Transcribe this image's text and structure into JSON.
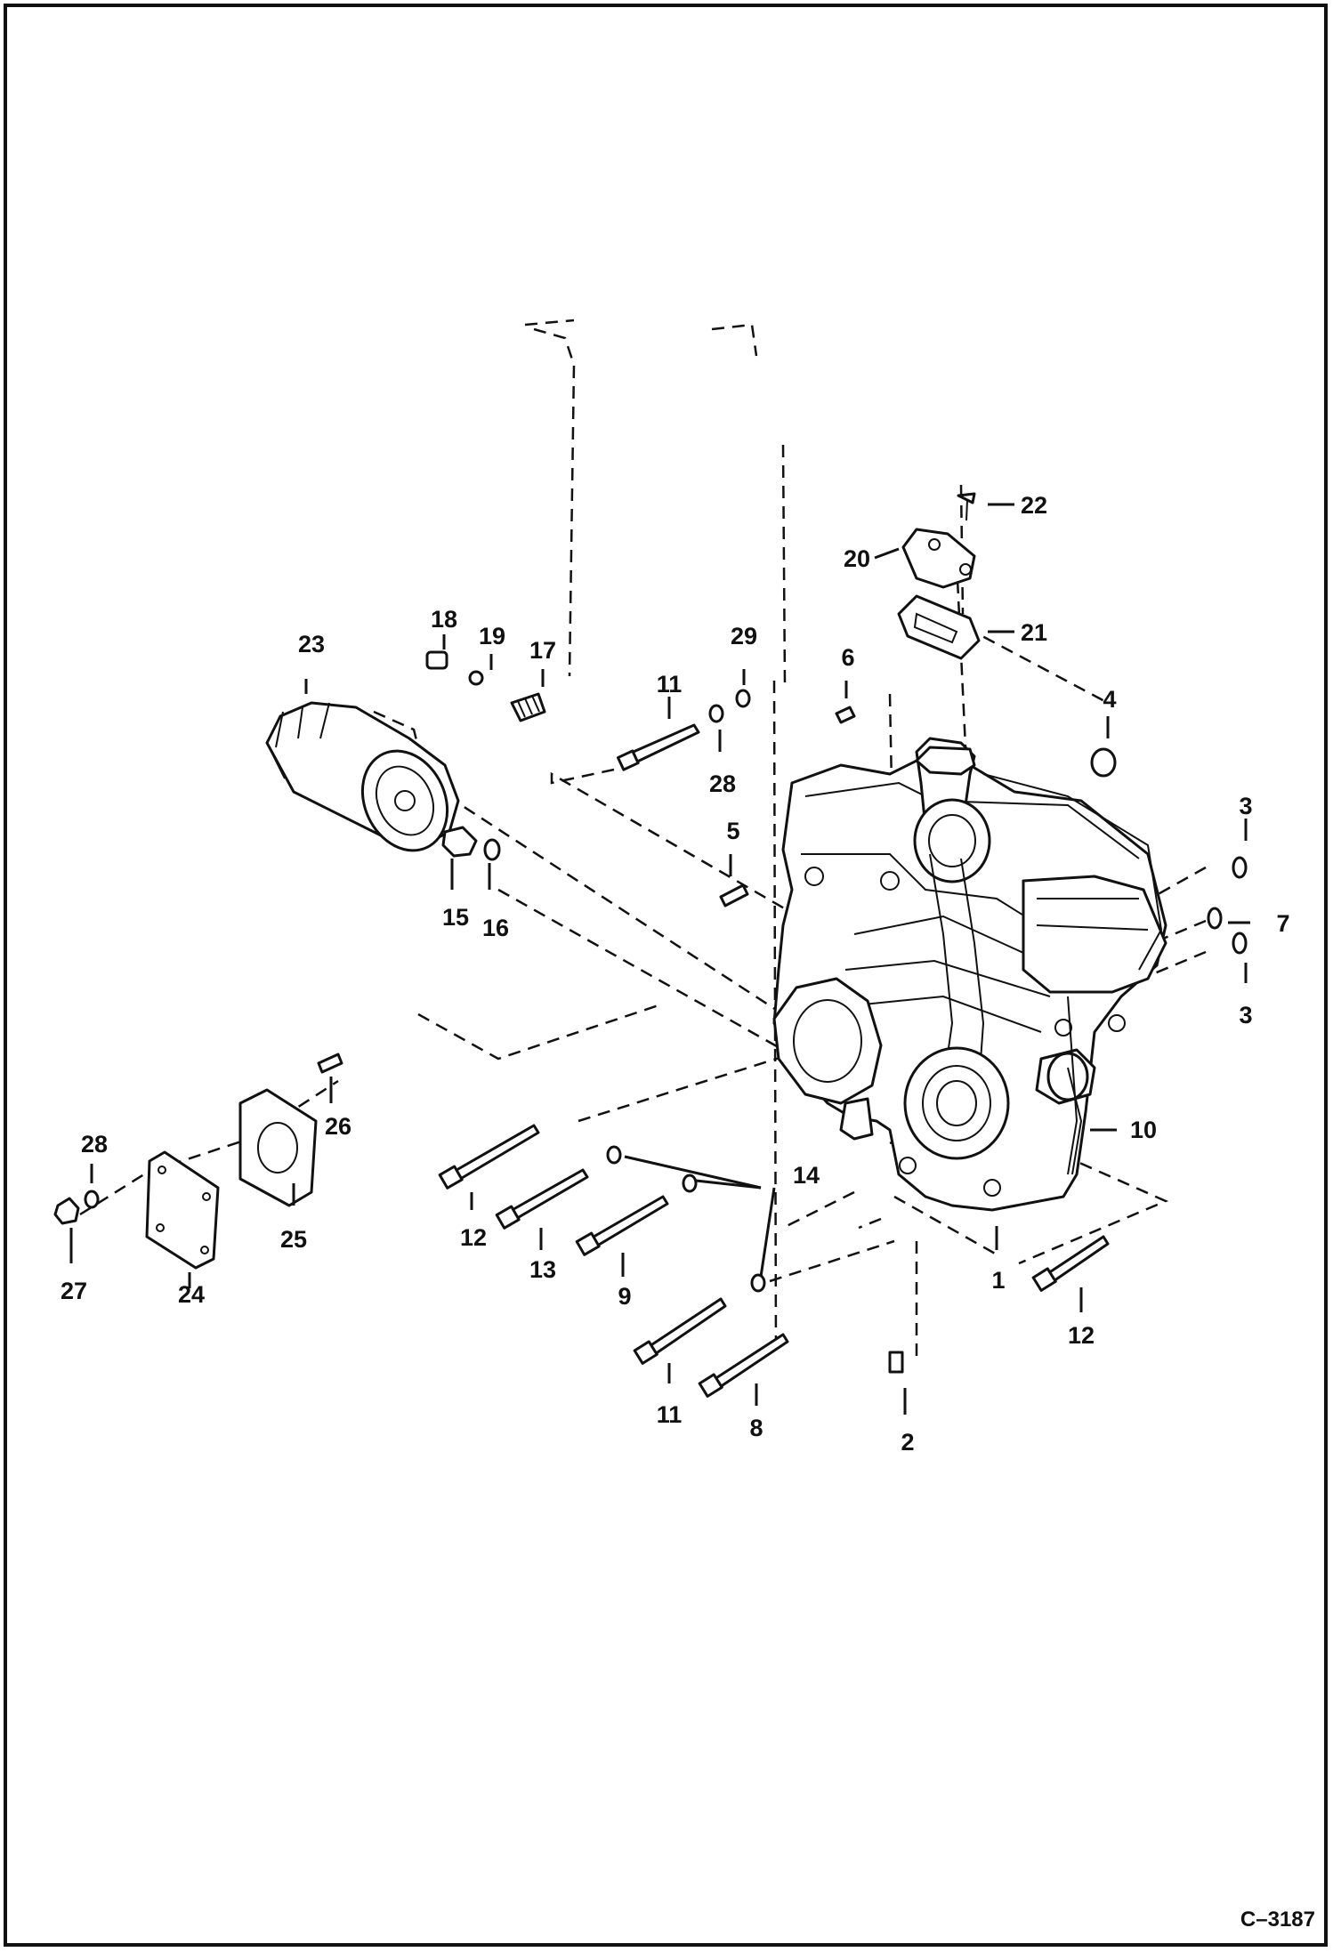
{
  "figure_ref": "C–3187",
  "callouts": {
    "c1": "1",
    "c2": "2",
    "c3a": "3",
    "c3b": "3",
    "c4": "4",
    "c5": "5",
    "c6": "6",
    "c7": "7",
    "c8": "8",
    "c9": "9",
    "c10": "10",
    "c11a": "11",
    "c11b": "11",
    "c12a": "12",
    "c12b": "12",
    "c13": "13",
    "c14": "14",
    "c15": "15",
    "c16": "16",
    "c17": "17",
    "c18": "18",
    "c19": "19",
    "c20": "20",
    "c21": "21",
    "c22": "22",
    "c23": "23",
    "c24": "24",
    "c25": "25",
    "c26": "26",
    "c27": "27",
    "c28a": "28",
    "c28b": "28",
    "c29": "29"
  },
  "colors": {
    "ink": "#111111",
    "paper": "#ffffff"
  }
}
